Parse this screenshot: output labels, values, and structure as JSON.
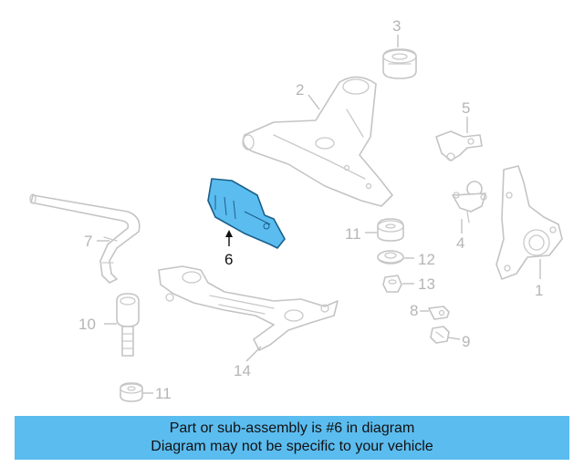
{
  "callouts": {
    "c1": "1",
    "c2": "2",
    "c3": "3",
    "c4": "4",
    "c5": "5",
    "c6": "6",
    "c7": "7",
    "c8": "8",
    "c9": "9",
    "c10": "10",
    "c11a": "11",
    "c11b": "11",
    "c12": "12",
    "c13": "13",
    "c14": "14"
  },
  "highlight": {
    "part_number": "6",
    "color": "#5bbcef"
  },
  "colors": {
    "banner": "#5bbcef",
    "part_outline": "#c4c4c4",
    "callout_text": "#b5b5b5"
  },
  "banner": {
    "line1": "Part or sub-assembly is #6 in diagram",
    "line2": "Diagram may not be specific to your vehicle"
  }
}
